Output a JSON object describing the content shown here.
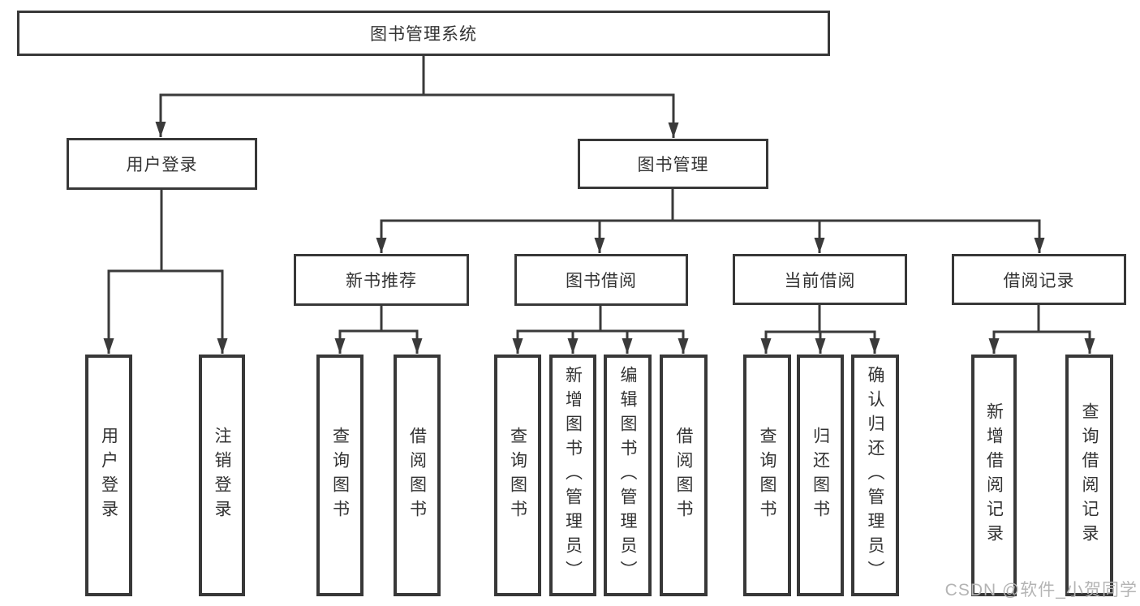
{
  "diagram_type": "hierarchy-tree",
  "colors": {
    "line": "#3a3a3a",
    "box_border": "#383838",
    "text": "#333333",
    "watermark": "#b4b4b4",
    "background": "#ffffff"
  },
  "tree": {
    "root": {
      "label": "图书管理系统",
      "children": [
        {
          "label": "用户登录",
          "children": [
            {
              "label": "用户登录"
            },
            {
              "label": "注销登录"
            }
          ]
        },
        {
          "label": "图书管理",
          "children": [
            {
              "label": "新书推荐",
              "children": [
                {
                  "label": "查询图书"
                },
                {
                  "label": "借阅图书"
                }
              ]
            },
            {
              "label": "图书借阅",
              "children": [
                {
                  "label": "查询图书"
                },
                {
                  "label": "新增图书（管理员）"
                },
                {
                  "label": "编辑图书（管理员）"
                },
                {
                  "label": "借阅图书"
                }
              ]
            },
            {
              "label": "当前借阅",
              "children": [
                {
                  "label": "查询图书"
                },
                {
                  "label": "归还图书"
                },
                {
                  "label": "确认归还（管理员）"
                }
              ]
            },
            {
              "label": "借阅记录",
              "children": [
                {
                  "label": "新增借阅记录"
                },
                {
                  "label": "查询借阅记录"
                }
              ]
            }
          ]
        }
      ]
    }
  },
  "watermark": {
    "text": "CSDN @软件_小贺同学"
  }
}
